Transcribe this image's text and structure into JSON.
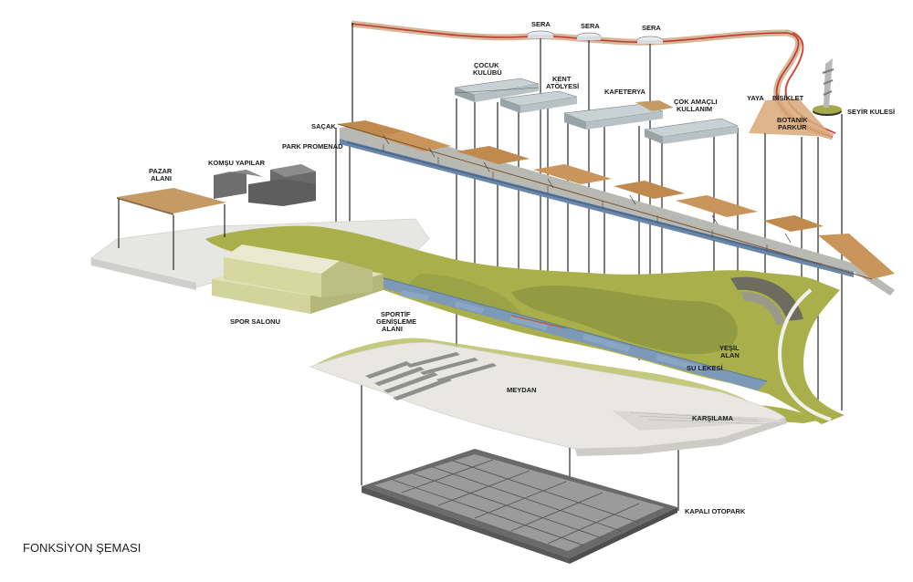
{
  "diagram": {
    "title": "FONKSİYON ŞEMASI",
    "labels": {
      "sera_1": "SERA",
      "sera_2": "SERA",
      "sera_3": "SERA",
      "cocuk_1": "ÇOCUK",
      "cocuk_2": "KULÜBÜ",
      "kent_1": "KENT",
      "kent_2": "ATÖLYESİ",
      "kafeterya": "KAFETERYA",
      "cok_1": "ÇOK AMAÇLI",
      "cok_2": "KULLANIM",
      "yaya": "YAYA",
      "bisiklet": "BİSİKLET",
      "seyir": "SEYİR KULESİ",
      "botanik_1": "BOTANİK",
      "botanik_2": "PARKUR",
      "sacak": "SAÇAK",
      "park_promenad": "PARK PROMENAD",
      "pazar_1": "PAZAR",
      "pazar_2": "ALANI",
      "komsu": "KOMŞU YAPILAR",
      "spor_salonu": "SPOR SALONU",
      "sportif_1": "SPORTİF",
      "sportif_2": "GENİŞLEME",
      "sportif_3": "ALANI",
      "yesil_1": "YEŞİL",
      "yesil_2": "ALAN",
      "su_lekesi": "SU LEKESİ",
      "meydan": "MEYDAN",
      "karsilama": "KARŞILAMA",
      "kapali_otopark": "KAPALI OTOPARK"
    }
  }
}
